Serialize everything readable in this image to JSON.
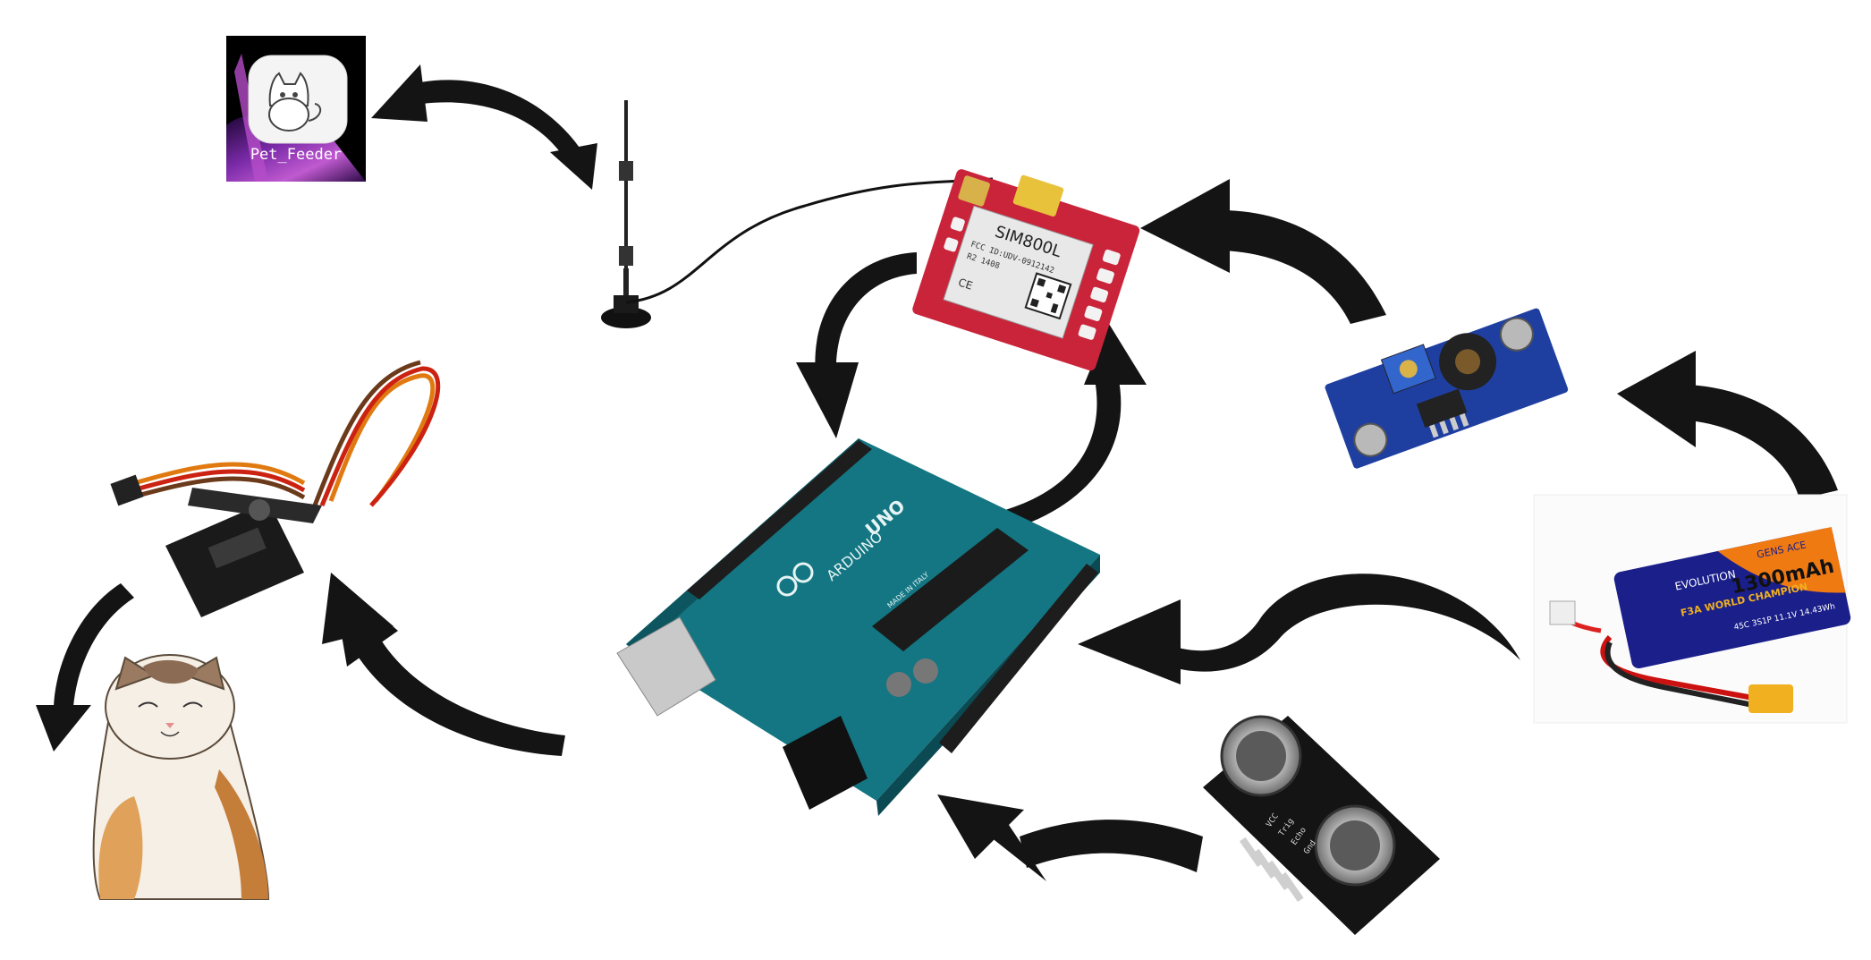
{
  "app_icon": {
    "label": "Pet_Feeder"
  },
  "gsm_module": {
    "label": "SIM800L",
    "small_text": [
      "FCC ID:UDV-0912142",
      "R2 1408",
      "CE"
    ]
  },
  "arduino": {
    "brand": "ARDUINO",
    "model": "UNO",
    "made_in": "MADE IN ITALY"
  },
  "battery": {
    "brand": "GENS ACE",
    "capacity": "1300mAh",
    "series": "EVOLUTION",
    "champion": "F3A WORLD CHAMPION",
    "spec": "45C 3S1P 11.1V 14.43Wh"
  },
  "ultrasonic": {
    "pins": [
      "VCC",
      "Trig",
      "Echo",
      "Gnd"
    ]
  },
  "colors": {
    "arrow": "#141414",
    "arduino_board": "#137682",
    "gsm_board": "#c9243a",
    "buck_board": "#1f3fa0",
    "app_icon_bg": "#3a0f60",
    "battery_body": "#1a1f8a",
    "battery_accent": "#f07a12"
  }
}
